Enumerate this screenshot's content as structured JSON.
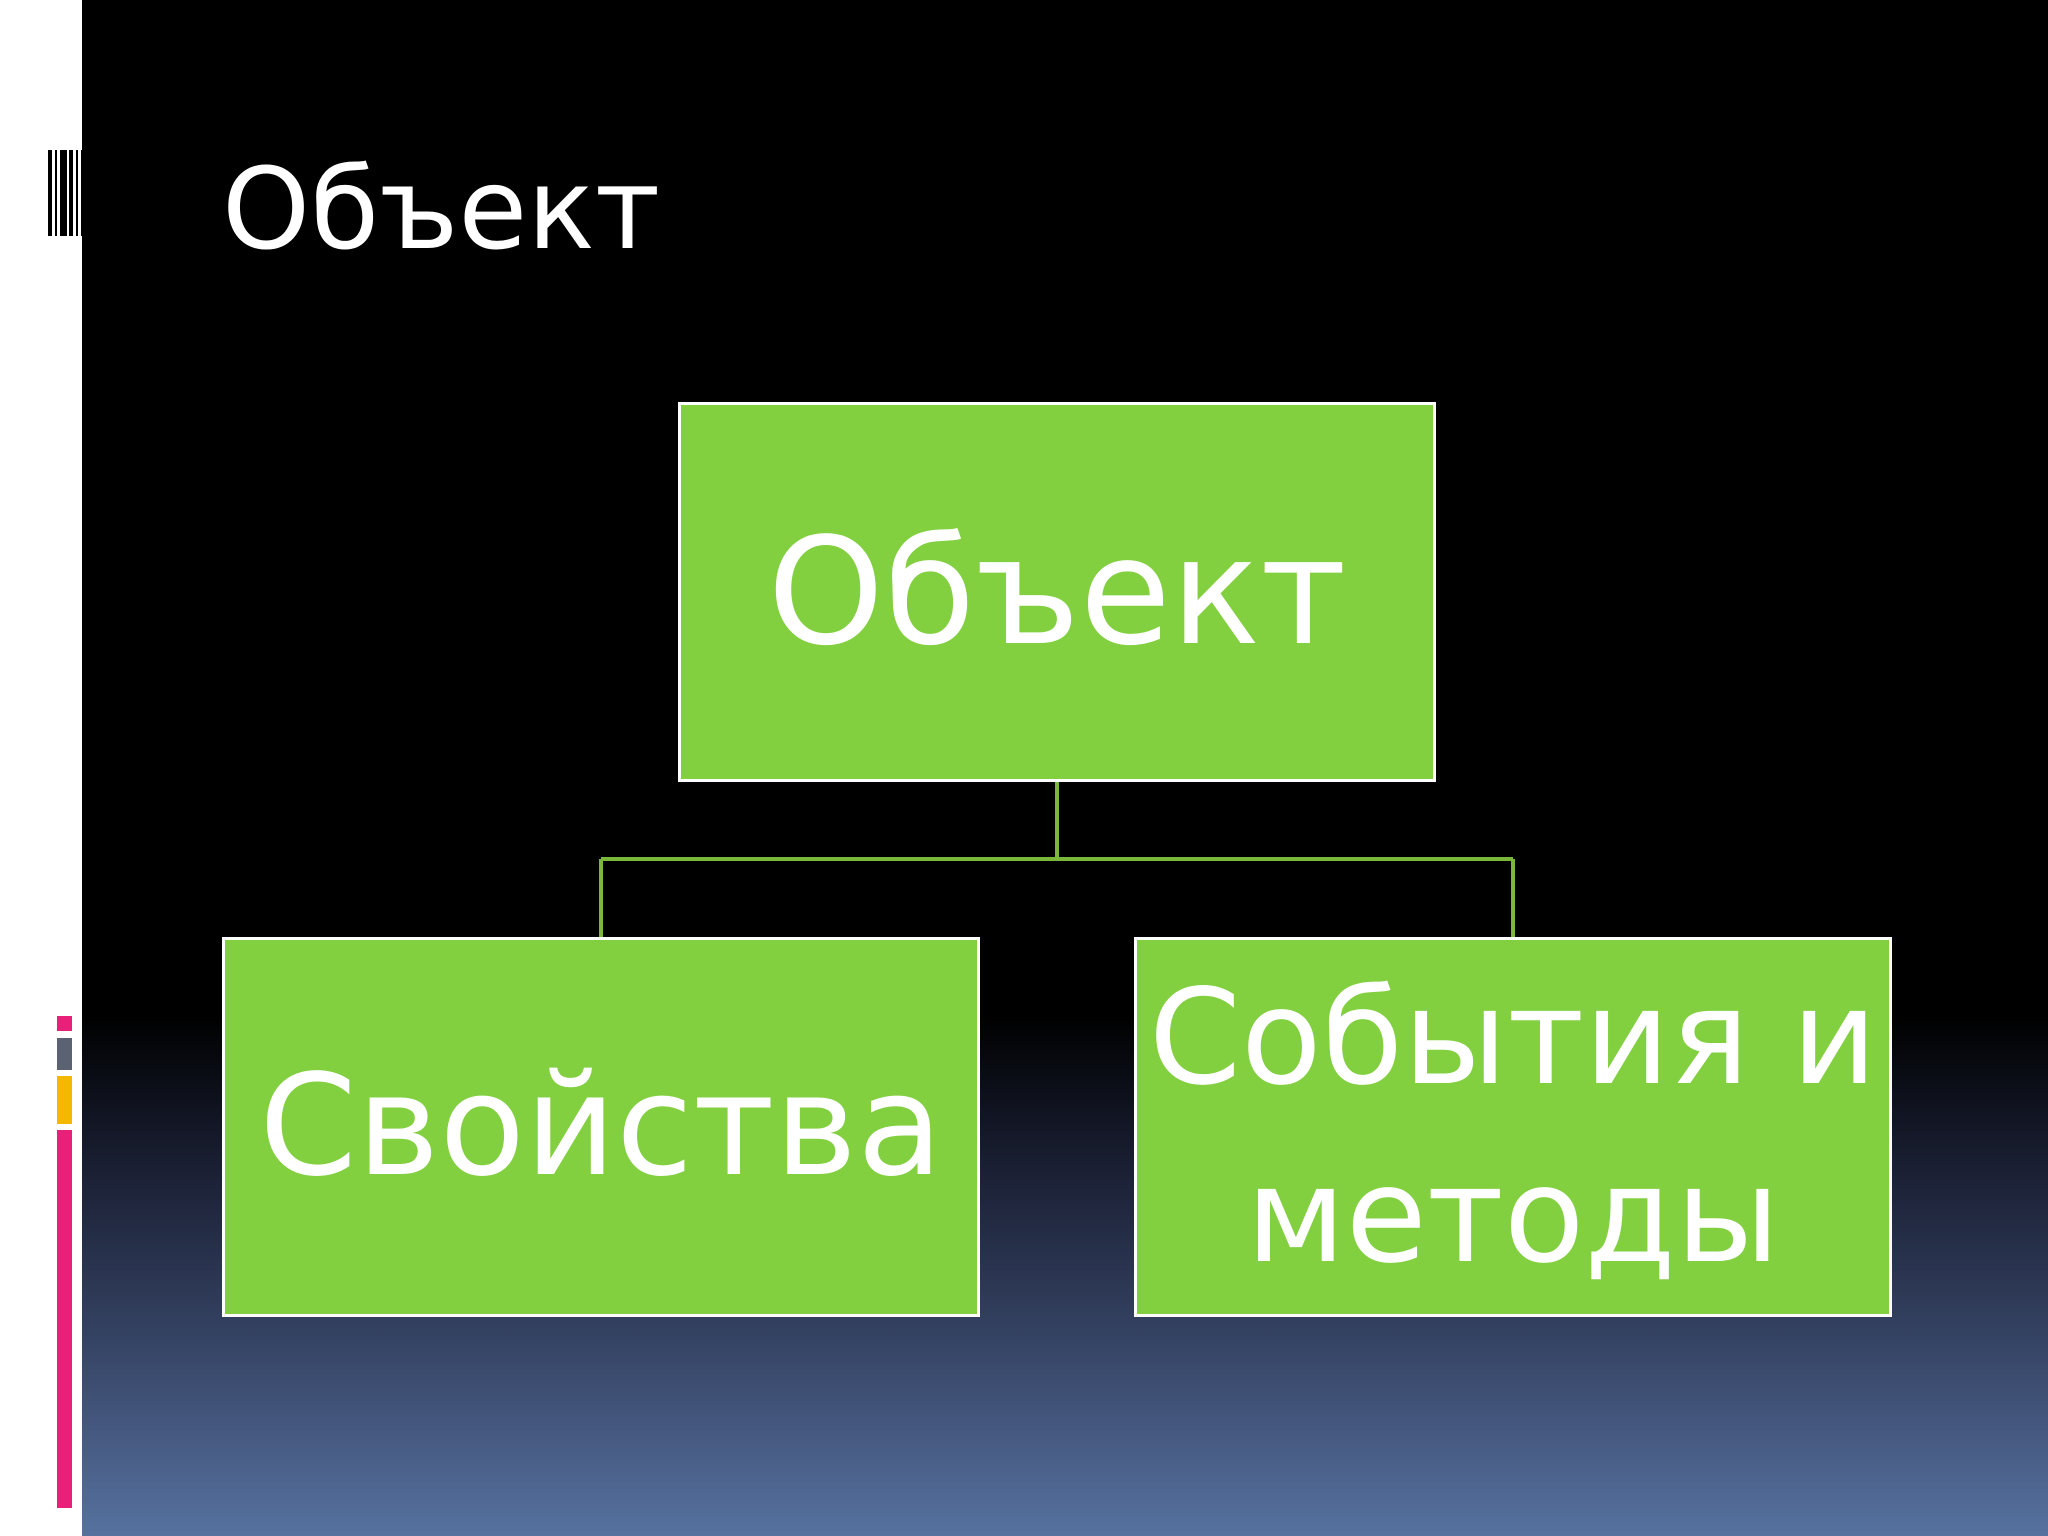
{
  "slide": {
    "title": "Объект"
  },
  "diagram": {
    "root": {
      "label": "Объект"
    },
    "children": [
      {
        "label": "Свойства"
      },
      {
        "label": "События и методы"
      }
    ]
  },
  "colors": {
    "node_fill": "#82d040",
    "node_border": "#ffffff",
    "connector": "#7ab83a",
    "text": "#ffffff",
    "accent_pink": "#e8207a",
    "accent_gray": "#5b6373",
    "accent_yellow": "#f5b800"
  }
}
